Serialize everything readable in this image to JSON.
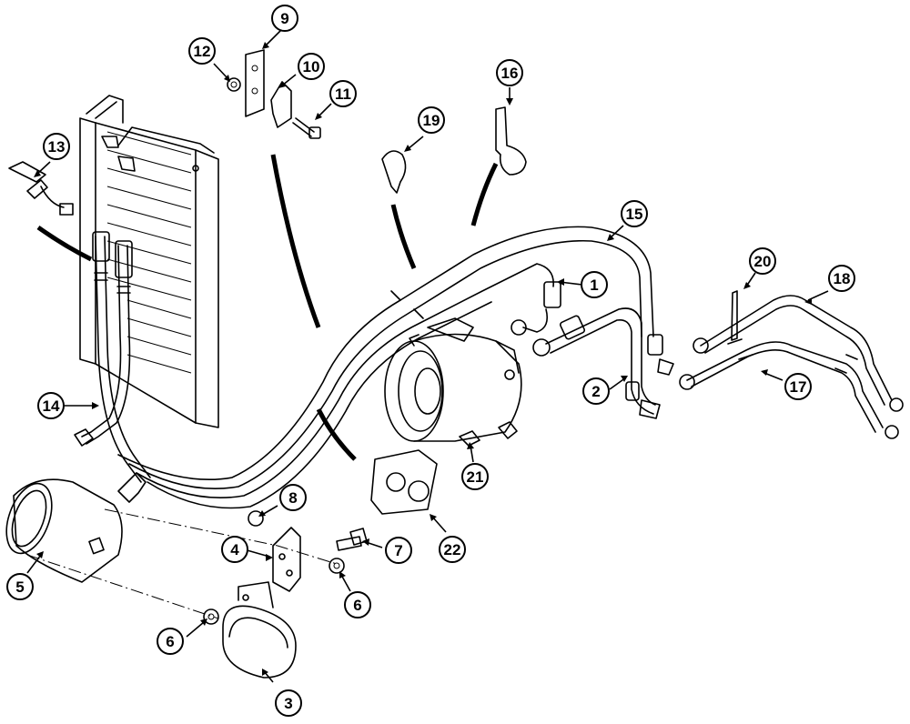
{
  "diagram": {
    "callouts": [
      {
        "id": "c1",
        "label": "1"
      },
      {
        "id": "c2",
        "label": "2"
      },
      {
        "id": "c3",
        "label": "3"
      },
      {
        "id": "c4",
        "label": "4"
      },
      {
        "id": "c5",
        "label": "5"
      },
      {
        "id": "c6a",
        "label": "6"
      },
      {
        "id": "c6b",
        "label": "6"
      },
      {
        "id": "c7",
        "label": "7"
      },
      {
        "id": "c8",
        "label": "8"
      },
      {
        "id": "c9",
        "label": "9"
      },
      {
        "id": "c10",
        "label": "10"
      },
      {
        "id": "c11",
        "label": "11"
      },
      {
        "id": "c12",
        "label": "12"
      },
      {
        "id": "c13",
        "label": "13"
      },
      {
        "id": "c14",
        "label": "14"
      },
      {
        "id": "c15",
        "label": "15"
      },
      {
        "id": "c16",
        "label": "16"
      },
      {
        "id": "c17",
        "label": "17"
      },
      {
        "id": "c18",
        "label": "18"
      },
      {
        "id": "c19",
        "label": "19"
      },
      {
        "id": "c20",
        "label": "20"
      },
      {
        "id": "c21",
        "label": "21"
      },
      {
        "id": "c22",
        "label": "22"
      }
    ]
  }
}
